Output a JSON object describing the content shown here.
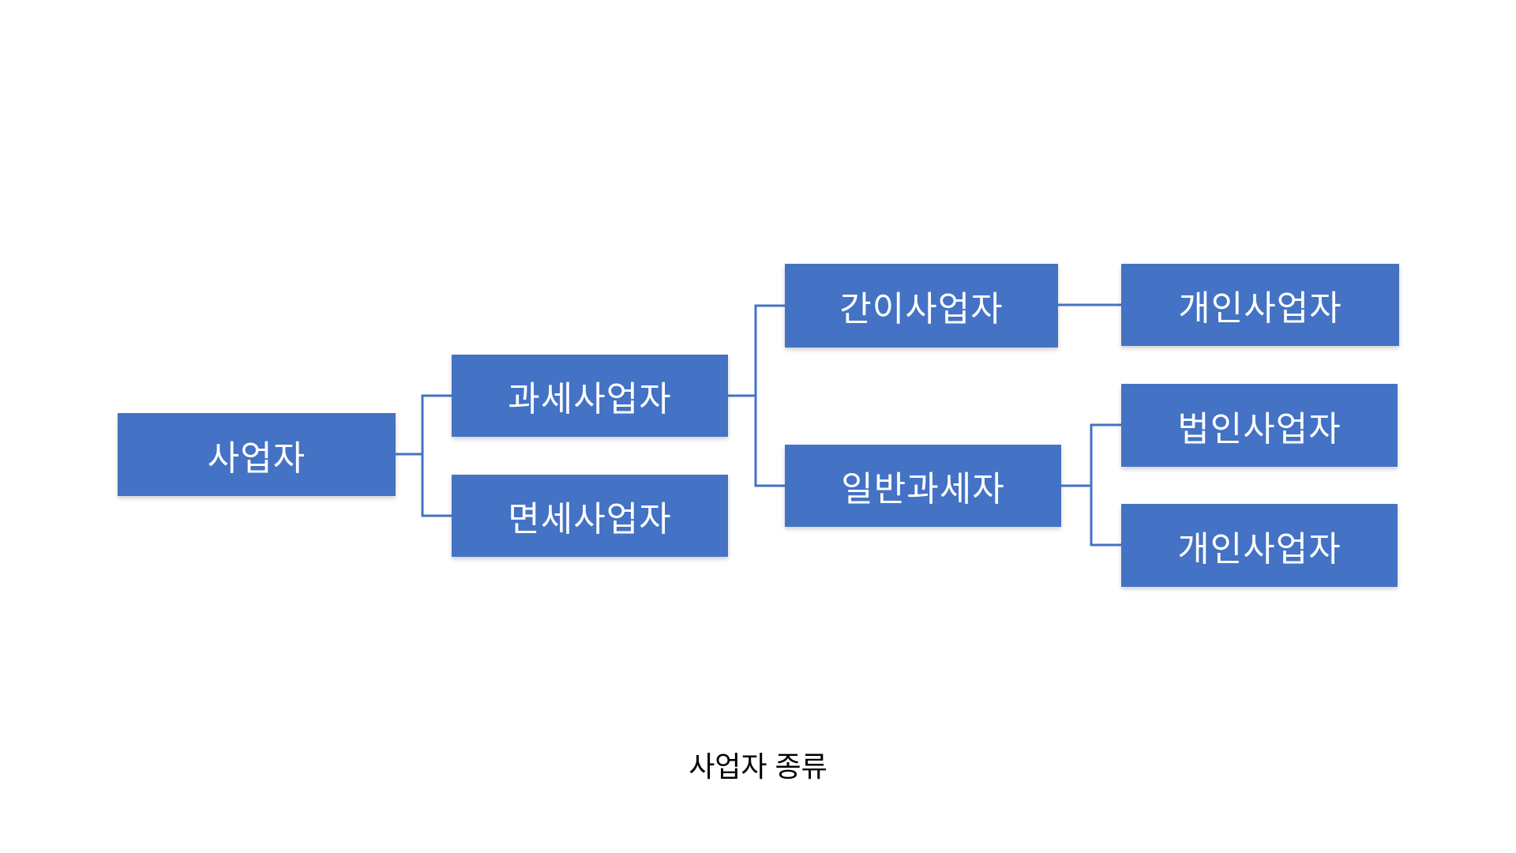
{
  "colors": {
    "box_fill": "#4472C4",
    "box_text": "#FFFFFF",
    "connector": "#4472C4",
    "caption_text": "#000000",
    "background": "#FFFFFF"
  },
  "diagram": {
    "type": "tree",
    "caption": "사업자 종류",
    "nodes": [
      {
        "id": "business-operator",
        "label": "사업자",
        "level": 1
      },
      {
        "id": "taxable-business",
        "label": "과세사업자",
        "level": 2
      },
      {
        "id": "tax-exempt-business",
        "label": "면세사업자",
        "level": 2
      },
      {
        "id": "simplified-taxpayer",
        "label": "간이사업자",
        "level": 3
      },
      {
        "id": "general-taxpayer",
        "label": "일반과세자",
        "level": 3
      },
      {
        "id": "individual-business-1",
        "label": "개인사업자",
        "level": 4
      },
      {
        "id": "corporate-business",
        "label": "법인사업자",
        "level": 4
      },
      {
        "id": "individual-business-2",
        "label": "개인사업자",
        "level": 4
      }
    ],
    "edges": [
      {
        "from": "사업자",
        "to": "과세사업자"
      },
      {
        "from": "사업자",
        "to": "면세사업자"
      },
      {
        "from": "과세사업자",
        "to": "간이사업자"
      },
      {
        "from": "과세사업자",
        "to": "일반과세자"
      },
      {
        "from": "간이사업자",
        "to": "개인사업자"
      },
      {
        "from": "일반과세자",
        "to": "법인사업자"
      },
      {
        "from": "일반과세자",
        "to": "개인사업자"
      }
    ]
  }
}
